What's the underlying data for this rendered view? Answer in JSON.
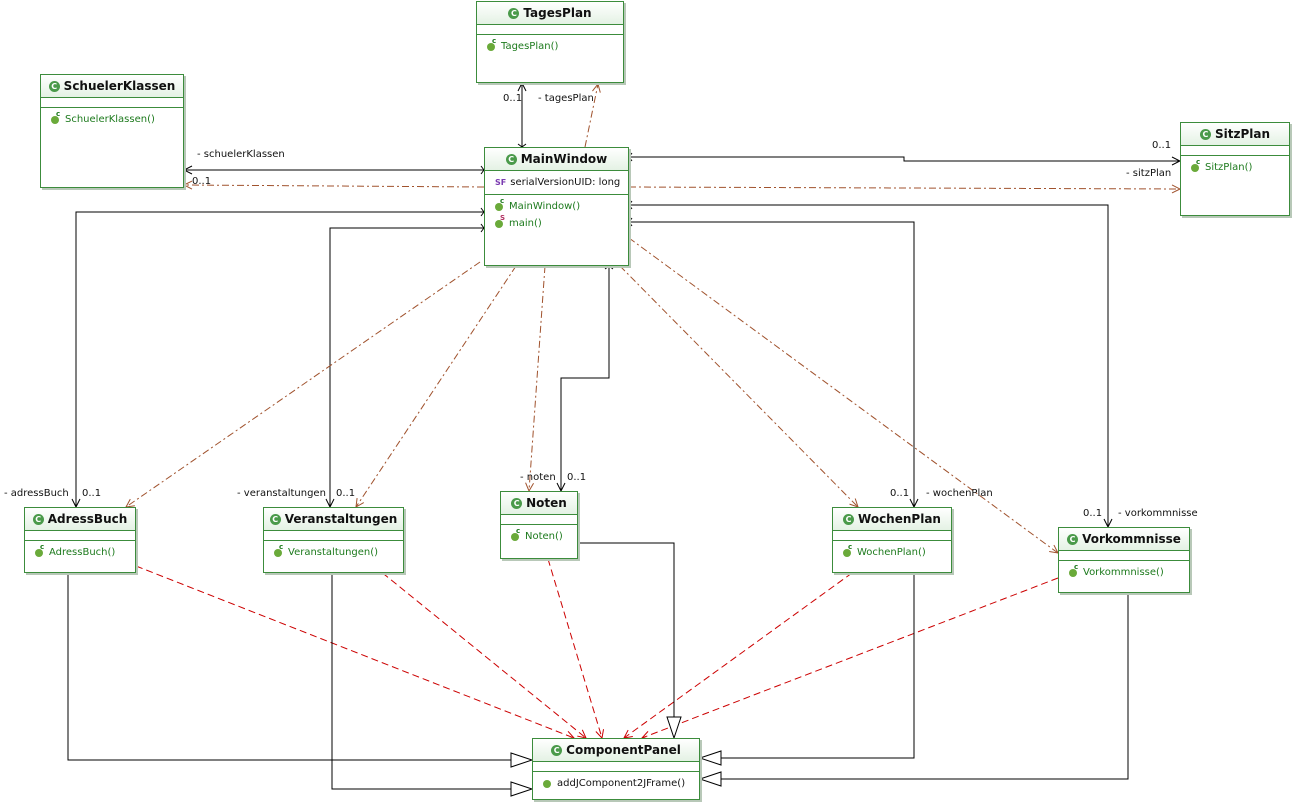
{
  "classes": {
    "tagesplan": {
      "name": "TagesPlan",
      "ops": [
        {
          "label": "TagesPlan()",
          "modifier": "c"
        }
      ]
    },
    "schuelerklassen": {
      "name": "SchuelerKlassen",
      "ops": [
        {
          "label": "SchuelerKlassen()",
          "modifier": "c"
        }
      ]
    },
    "sitzplan": {
      "name": "SitzPlan",
      "ops": [
        {
          "label": "SitzPlan()",
          "modifier": "c"
        }
      ]
    },
    "mainwindow": {
      "name": "MainWindow",
      "attrs": [
        {
          "label": "serialVersionUID: long",
          "modifier": "SF"
        }
      ],
      "ops": [
        {
          "label": "MainWindow()",
          "modifier": "c"
        },
        {
          "label": "main()",
          "modifier": "S"
        }
      ]
    },
    "adressbuch": {
      "name": "AdressBuch",
      "ops": [
        {
          "label": "AdressBuch()",
          "modifier": "c"
        }
      ]
    },
    "veranstaltungen": {
      "name": "Veranstaltungen",
      "ops": [
        {
          "label": "Veranstaltungen()",
          "modifier": "c"
        }
      ]
    },
    "noten": {
      "name": "Noten",
      "ops": [
        {
          "label": "Noten()",
          "modifier": "c"
        }
      ]
    },
    "wochenplan": {
      "name": "WochenPlan",
      "ops": [
        {
          "label": "WochenPlan()",
          "modifier": "c"
        }
      ]
    },
    "vorkommnisse": {
      "name": "Vorkommnisse",
      "ops": [
        {
          "label": "Vorkommnisse()",
          "modifier": "c"
        }
      ]
    },
    "componentpanel": {
      "name": "ComponentPanel",
      "ops": [
        {
          "label": "addJComponent2JFrame()",
          "modifier": ""
        }
      ]
    }
  },
  "labels": {
    "tages_mult": "0..1",
    "tages_role": "- tagesPlan",
    "schueler_role": "- schuelerKlassen",
    "schueler_mult": "0..1",
    "sitz_mult": "0..1",
    "sitz_role": "- sitzPlan",
    "adress_role": "- adressBuch",
    "adress_mult": "0..1",
    "veranst_role": "- veranstaltungen",
    "veranst_mult": "0..1",
    "noten_role": "- noten",
    "noten_mult": "0..1",
    "wochen_mult": "0..1",
    "wochen_role": "- wochenPlan",
    "vork_mult": "0..1",
    "vork_role": "- vorkommnisse"
  },
  "colors": {
    "class_border": "#3c8c3c",
    "association": "#000000",
    "dependency_main": "#a0522d",
    "dependency_panel": "#cc0000"
  }
}
